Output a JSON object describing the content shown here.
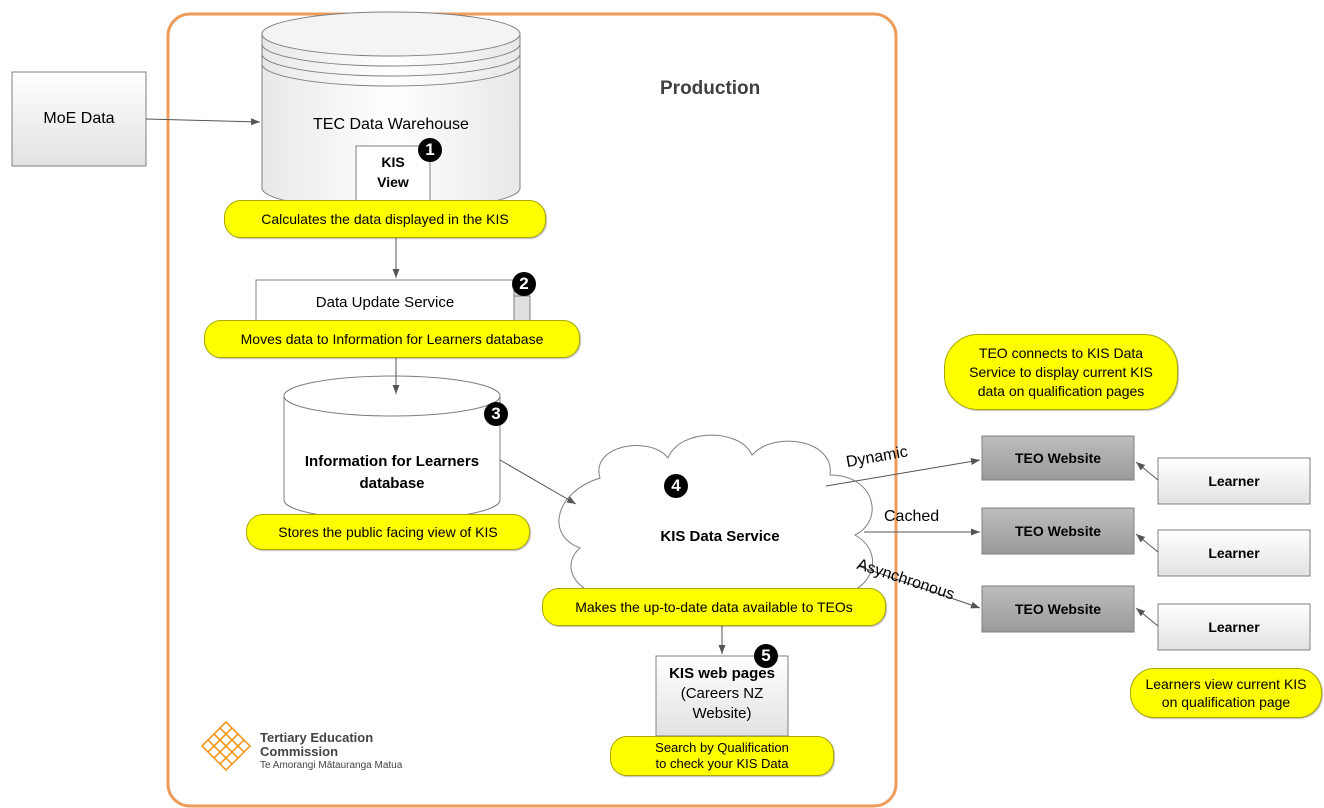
{
  "production_label": "Production",
  "moe_data": "MoE Data",
  "warehouse": {
    "label": "TEC Data Warehouse",
    "kis_view_line1": "KIS",
    "kis_view_line2": "View"
  },
  "update_service": "Data Update Service",
  "learners_db": {
    "line1": "Information for Learners",
    "line2": "database"
  },
  "kis_data_service": "KIS Data Service",
  "kis_web_pages": {
    "line1": "KIS web pages",
    "line2": "(Careers NZ",
    "line3": "Website)"
  },
  "badges": [
    "1",
    "2",
    "3",
    "4",
    "5"
  ],
  "notes": {
    "calculates": "Calculates the data displayed in the KIS",
    "moves": "Moves data to Information for Learners database",
    "stores": "Stores the public facing view of KIS",
    "makes": "Makes the up-to-date data available to TEOs",
    "search_line1": "Search by Qualification",
    "search_line2": "to check your KIS Data",
    "teo_connects_line1": "TEO connects to KIS Data",
    "teo_connects_line2": "Service to display current KIS",
    "teo_connects_line3": "data on qualification pages",
    "learners_view_line1": "Learners view current KIS",
    "learners_view_line2": "on qualification page"
  },
  "connections": {
    "dynamic": "Dynamic",
    "cached": "Cached",
    "asynchronous": "Asynchronous"
  },
  "teo_websites": [
    "TEO Website",
    "TEO Website",
    "TEO Website"
  ],
  "learners": [
    "Learner",
    "Learner",
    "Learner"
  ],
  "logo": {
    "line1": "Tertiary Education",
    "line2": "Commission",
    "line3": "Te Amorangi Mātauranga Matua"
  },
  "colors": {
    "production_border": "#ed9c5c",
    "note_fill": "#ffff00",
    "teo_fill": "#a6a6a6",
    "learner_fill": "#ececec",
    "logo": "#f39a1e"
  }
}
